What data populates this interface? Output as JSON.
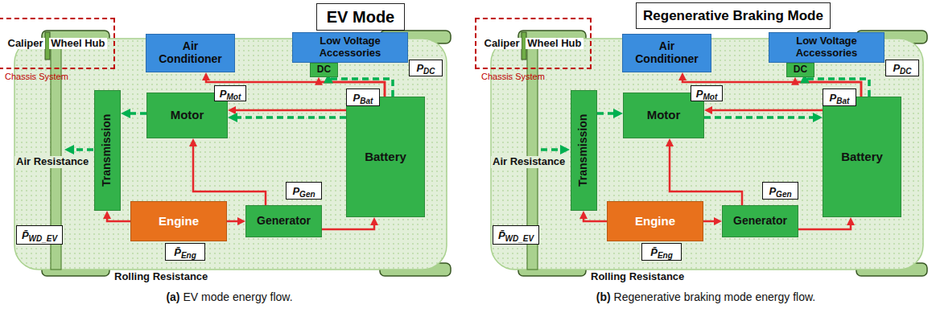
{
  "diagram": {
    "nodes": [
      {
        "text": [
          "EV Mode"
        ]
      },
      {
        "text": [
          "Caliper",
          "Wheel Hub"
        ]
      },
      {
        "text": [
          "Air Conditioner"
        ]
      },
      {
        "text": [
          "Low Voltage Accessories"
        ]
      },
      {
        "text": [
          "DC"
        ]
      },
      {
        "text": [
          "PDC"
        ]
      },
      {
        "text": [
          "Transmission"
        ]
      },
      {
        "text": [
          "Motor"
        ]
      },
      {
        "text": [
          "PMot"
        ]
      },
      {
        "text": [
          "PBat"
        ]
      },
      {
        "text": [
          "Battery"
        ]
      },
      {
        "text": [
          "PGen"
        ]
      },
      {
        "text": [
          "Engine"
        ]
      },
      {
        "text": [
          "Generator"
        ]
      },
      {
        "text": [
          "P̄WD_EV"
        ]
      },
      {
        "text": [
          "P̄Eng"
        ]
      },
      {
        "text": [
          "Regenerative Braking Mode"
        ]
      },
      {
        "text": [
          "Caliper",
          "Wheel Hub"
        ]
      },
      {
        "text": [
          "Air Conditioner"
        ]
      },
      {
        "text": [
          "Low Voltage Accessories"
        ]
      },
      {
        "text": [
          "DC"
        ]
      },
      {
        "text": [
          "PDC"
        ]
      },
      {
        "text": [
          "Transmission"
        ]
      },
      {
        "text": [
          "Motor"
        ]
      },
      {
        "text": [
          "PMot"
        ]
      },
      {
        "text": [
          "PBat"
        ]
      },
      {
        "text": [
          "Battery"
        ]
      },
      {
        "text": [
          "PGen"
        ]
      },
      {
        "text": [
          "Engine"
        ]
      },
      {
        "text": [
          "Generator"
        ]
      },
      {
        "text": [
          "P̄WD_EV"
        ]
      },
      {
        "text": [
          "P̄Eng"
        ]
      }
    ],
    "edges": [
      {
        "from": 12,
        "to": 13,
        "arrow": "to"
      },
      {
        "from": 12,
        "to": 6,
        "arrow": "to"
      },
      {
        "from": 13,
        "to": 7,
        "arrow": "to"
      },
      {
        "from": 13,
        "to": 10,
        "arrow": "to"
      },
      {
        "from": 10,
        "to": 7,
        "arrow": "to"
      },
      {
        "from": 10,
        "to": 2,
        "arrow": "to"
      },
      {
        "from": 10,
        "to": 4,
        "arrow": "to"
      },
      {
        "from": 10,
        "to": 7,
        "arrow": "to"
      },
      {
        "from": 7,
        "to": 6,
        "arrow": "to"
      },
      {
        "from": 10,
        "to": 4,
        "arrow": "to"
      },
      {
        "from": 28,
        "to": 29,
        "arrow": "to"
      },
      {
        "from": 28,
        "to": 22,
        "arrow": "to"
      },
      {
        "from": 29,
        "to": 23,
        "arrow": "to"
      },
      {
        "from": 29,
        "to": 26,
        "arrow": "to"
      },
      {
        "from": 26,
        "to": 23,
        "arrow": "to"
      },
      {
        "from": 26,
        "to": 18,
        "arrow": "to"
      },
      {
        "from": 26,
        "to": 20,
        "arrow": "to"
      },
      {
        "from": 23,
        "to": 26,
        "arrow": "to"
      },
      {
        "from": 22,
        "to": 23,
        "arrow": "to"
      },
      {
        "from": 26,
        "to": 20,
        "arrow": "to"
      }
    ],
    "labels": [
      "Chassis System",
      "Air Resistance",
      "Rolling Resistance",
      "(a) EV mode energy flow.",
      "Chassis System",
      "Air Resistance",
      "Rolling Resistance",
      "(b) Regenerative braking mode energy flow."
    ]
  }
}
